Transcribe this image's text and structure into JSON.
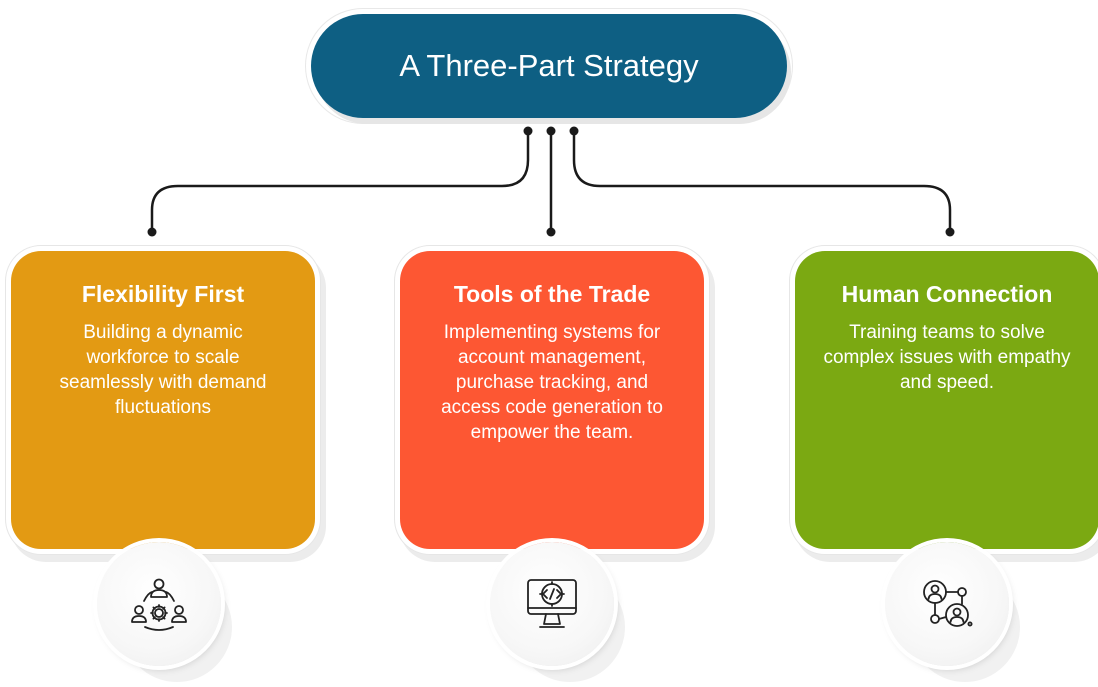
{
  "title": "A Three-Part Strategy",
  "colors": {
    "title_bg": "#0e5f83",
    "card_1": "#e39a13",
    "card_2": "#fd5733",
    "card_3": "#7ba912",
    "connector": "#1a1a1a"
  },
  "cards": [
    {
      "heading": "Flexibility First",
      "body": "Building a dynamic workforce to scale seamlessly with demand fluctuations",
      "icon": "team-gear-icon"
    },
    {
      "heading": "Tools of the Trade",
      "body": "Implementing systems for account management, purchase tracking, and access code generation to empower the team.",
      "icon": "code-monitor-icon"
    },
    {
      "heading": "Human Connection",
      "body": "Training teams to solve complex issues with empathy and speed.",
      "icon": "people-network-icon"
    }
  ]
}
